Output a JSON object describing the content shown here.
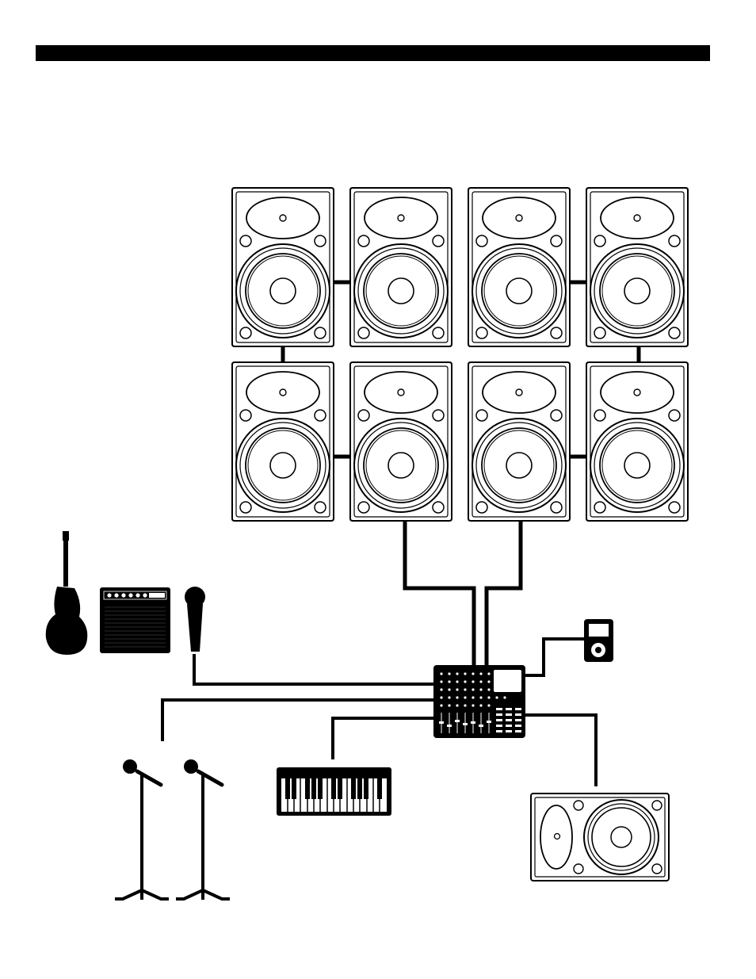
{
  "page": {
    "header_bar_color": "#000000",
    "background_color": "#ffffff",
    "line_color": "#000000"
  },
  "diagram": {
    "speaker_array": {
      "rows": 2,
      "columns": 4,
      "icon": "pa-speaker-cabinet"
    },
    "sources": [
      {
        "icon": "electric-guitar-icon"
      },
      {
        "icon": "guitar-amplifier-icon"
      },
      {
        "icon": "handheld-microphone-icon"
      },
      {
        "icon": "microphone-stand-icon"
      },
      {
        "icon": "microphone-stand-icon"
      },
      {
        "icon": "keyboard-icon"
      },
      {
        "icon": "media-player-icon"
      }
    ],
    "mixer": {
      "icon": "mixer-icon"
    },
    "monitor": {
      "icon": "stage-monitor-wedge-icon"
    }
  }
}
